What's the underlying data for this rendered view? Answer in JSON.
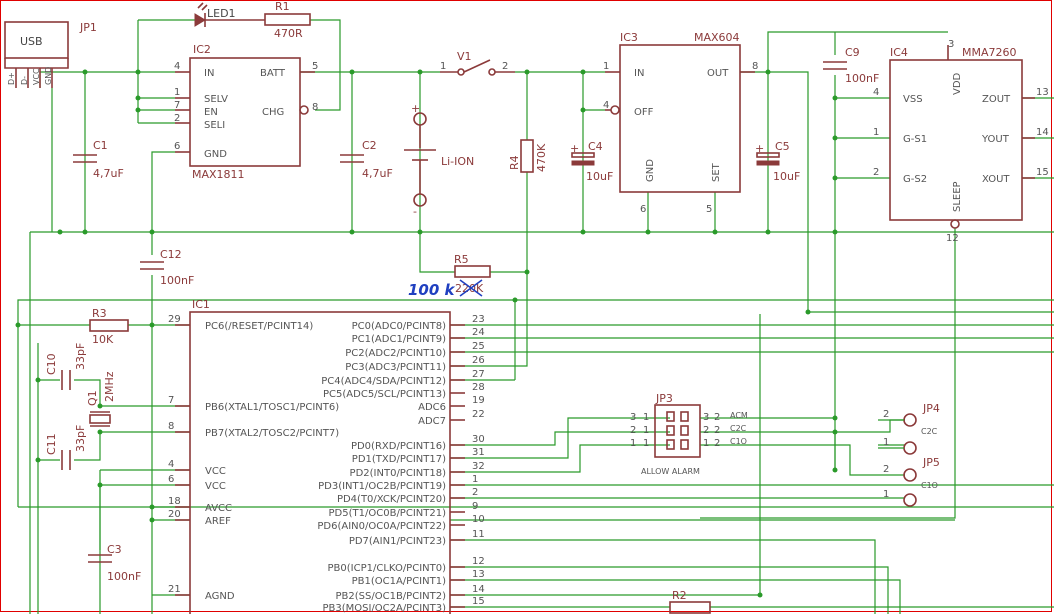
{
  "components": {
    "usb": {
      "ref": "JP1",
      "label": "USB",
      "pins": [
        "D+",
        "D-",
        "VCC",
        "GND"
      ]
    },
    "led1": {
      "ref": "LED1"
    },
    "r1": {
      "ref": "R1",
      "value": "470R"
    },
    "ic2": {
      "ref": "IC2",
      "part": "MAX1811",
      "pins": {
        "IN": "IN",
        "BATT": "BATT",
        "SELV": "SELV",
        "EN": "EN",
        "SELI": "SELI",
        "CHG": "CHG",
        "GND": "GND"
      },
      "pin_numbers": {
        "in": "4",
        "batt": "5",
        "selv": "1",
        "en": "7",
        "seli": "2",
        "chg": "8",
        "gnd": "6"
      }
    },
    "c1": {
      "ref": "C1",
      "value": "4,7uF"
    },
    "c2": {
      "ref": "C2",
      "value": "4,7uF"
    },
    "v1": {
      "ref": "V1",
      "pin1": "1",
      "pin2": "2"
    },
    "battery": {
      "label": "Li-ION",
      "plus": "+",
      "minus": "-"
    },
    "r4": {
      "ref": "R4",
      "value": "470K"
    },
    "ic3": {
      "ref": "IC3",
      "part": "MAX604",
      "pins": {
        "IN": "IN",
        "OUT": "OUT",
        "OFF": "OFF",
        "GND": "GND",
        "SET": "SET"
      },
      "pin_numbers": {
        "in": "1",
        "out": "8",
        "off": "4",
        "gnd": "6",
        "set": "5"
      }
    },
    "c4": {
      "ref": "C4",
      "value": "10uF"
    },
    "c5": {
      "ref": "C5",
      "value": "10uF"
    },
    "c9": {
      "ref": "C9",
      "value": "100nF"
    },
    "ic4": {
      "ref": "IC4",
      "part": "MMA7260",
      "pins": {
        "VSS": "VSS",
        "GS1": "G-S1",
        "GS2": "G-S2",
        "VDD": "VDD",
        "SLEEP": "SLEEP",
        "ZOUT": "ZOUT",
        "YOUT": "YOUT",
        "XOUT": "XOUT"
      },
      "pin_numbers": {
        "vss": "4",
        "gs1": "1",
        "gs2": "2",
        "vdd": "3",
        "sleep": "12",
        "zout": "13",
        "yout": "14",
        "xout": "15"
      }
    },
    "c12": {
      "ref": "C12",
      "value": "100nF"
    },
    "r5": {
      "ref": "R5",
      "value": "220K",
      "handwritten_value": "100 k"
    },
    "r3": {
      "ref": "R3",
      "value": "10K"
    },
    "c10": {
      "ref": "C10",
      "value": "33pF"
    },
    "c11": {
      "ref": "C11",
      "value": "33pF"
    },
    "q1": {
      "ref": "Q1",
      "value": "2MHz"
    },
    "c3": {
      "ref": "C3",
      "value": "100nF"
    },
    "r2": {
      "ref": "R2"
    },
    "ic1": {
      "ref": "IC1",
      "left_pins": [
        {
          "num": "29",
          "name": "PC6(/RESET/PCINT14)"
        },
        {
          "num": "7",
          "name": "PB6(XTAL1/TOSC1/PCINT6)"
        },
        {
          "num": "8",
          "name": "PB7(XTAL2/TOSC2/PCINT7)"
        },
        {
          "num": "4",
          "name": "VCC"
        },
        {
          "num": "6",
          "name": "VCC"
        },
        {
          "num": "18",
          "name": "AVCC"
        },
        {
          "num": "20",
          "name": "AREF"
        },
        {
          "num": "21",
          "name": "AGND"
        }
      ],
      "right_pins": [
        {
          "num": "23",
          "name": "PC0(ADC0/PCINT8)"
        },
        {
          "num": "24",
          "name": "PC1(ADC1/PCINT9)"
        },
        {
          "num": "25",
          "name": "PC2(ADC2/PCINT10)"
        },
        {
          "num": "26",
          "name": "PC3(ADC3/PCINT11)"
        },
        {
          "num": "27",
          "name": "PC4(ADC4/SDA/PCINT12)"
        },
        {
          "num": "28",
          "name": "PC5(ADC5/SCL/PCINT13)"
        },
        {
          "num": "19",
          "name": "ADC6"
        },
        {
          "num": "22",
          "name": "ADC7"
        },
        {
          "num": "30",
          "name": "PD0(RXD/PCINT16)"
        },
        {
          "num": "31",
          "name": "PD1(TXD/PCINT17)"
        },
        {
          "num": "32",
          "name": "PD2(INT0/PCINT18)"
        },
        {
          "num": "1",
          "name": "PD3(INT1/OC2B/PCINT19)"
        },
        {
          "num": "2",
          "name": "PD4(T0/XCK/PCINT20)"
        },
        {
          "num": "9",
          "name": "PD5(T1/OC0B/PCINT21)"
        },
        {
          "num": "10",
          "name": "PD6(AIN0/OC0A/PCINT22)"
        },
        {
          "num": "11",
          "name": "PD7(AIN1/PCINT23)"
        },
        {
          "num": "12",
          "name": "PB0(ICP1/CLKO/PCINT0)"
        },
        {
          "num": "13",
          "name": "PB1(OC1A/PCINT1)"
        },
        {
          "num": "14",
          "name": "PB2(SS/OC1B/PCINT2)"
        },
        {
          "num": "15",
          "name": "PB3(MOSI/OC2A/PCINT3)"
        }
      ]
    },
    "jp3": {
      "ref": "JP3",
      "caption": "ALLOW ALARM",
      "left_nums": [
        [
          "3",
          "1"
        ],
        [
          "2",
          "1"
        ],
        [
          "1",
          "1"
        ]
      ],
      "right_nums": [
        [
          "3",
          "2"
        ],
        [
          "2",
          "2"
        ],
        [
          "1",
          "2"
        ]
      ],
      "signals": [
        "ACM",
        "C2C",
        "C1O"
      ]
    },
    "jp4": {
      "ref": "JP4",
      "label": "C2C",
      "pins": [
        "2",
        "1"
      ]
    },
    "jp5": {
      "ref": "JP5",
      "label": "C1O",
      "pins": [
        "2",
        "1"
      ]
    }
  }
}
